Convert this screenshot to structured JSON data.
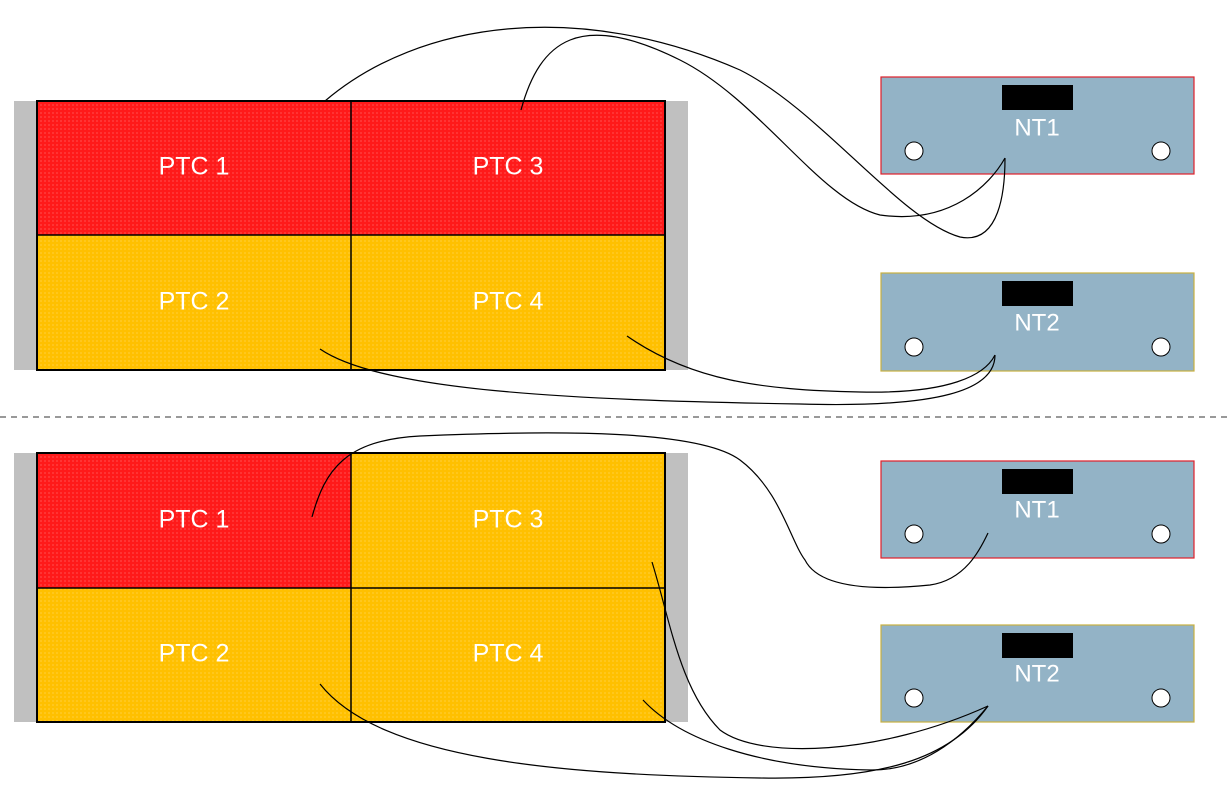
{
  "colors": {
    "hot": "#ff1a1a",
    "warm": "#ffc000",
    "rail": "#c0c0c0",
    "module_fill": "#93b3c6",
    "module_border_nt1": "#e0202a",
    "module_border_nt2": "#c8b040",
    "sensor_block": "#000000",
    "divider": "#999999"
  },
  "top_panel": {
    "cells": [
      {
        "label": "PTC 1",
        "state": "hot"
      },
      {
        "label": "PTC 3",
        "state": "hot"
      },
      {
        "label": "PTC 2",
        "state": "warm"
      },
      {
        "label": "PTC 4",
        "state": "warm"
      }
    ],
    "modules": [
      {
        "label": "NT1",
        "border": "module_border_nt1"
      },
      {
        "label": "NT2",
        "border": "module_border_nt2"
      }
    ]
  },
  "bottom_panel": {
    "cells": [
      {
        "label": "PTC 1",
        "state": "hot"
      },
      {
        "label": "PTC 3",
        "state": "warm"
      },
      {
        "label": "PTC 2",
        "state": "warm"
      },
      {
        "label": "PTC 4",
        "state": "warm"
      }
    ],
    "modules": [
      {
        "label": "NT1",
        "border": "module_border_nt1"
      },
      {
        "label": "NT2",
        "border": "module_border_nt2"
      }
    ]
  }
}
